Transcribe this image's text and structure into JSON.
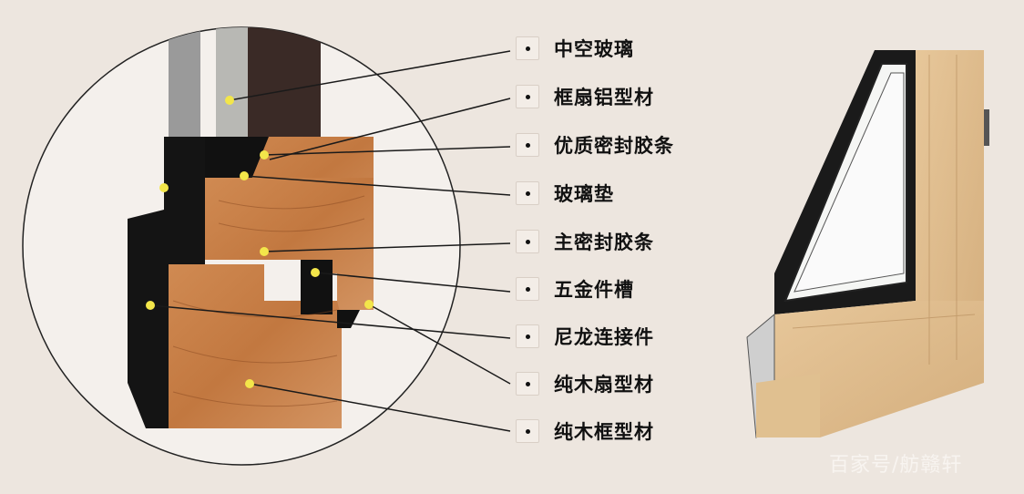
{
  "labels": [
    {
      "text": "中空玻璃"
    },
    {
      "text": "框扇铝型材"
    },
    {
      "text": "优质密封胶条"
    },
    {
      "text": "玻璃垫"
    },
    {
      "text": "主密封胶条"
    },
    {
      "text": "五金件槽"
    },
    {
      "text": "尼龙连接件"
    },
    {
      "text": "纯木扇型材"
    },
    {
      "text": "纯木框型材"
    }
  ],
  "watermark": "百家号/舫赣轩",
  "colors": {
    "background": "#ede6df",
    "wood": "#c9824a",
    "aluminum": "#141414",
    "marker": "#f3e64a",
    "leader": "#1a1a1a"
  }
}
